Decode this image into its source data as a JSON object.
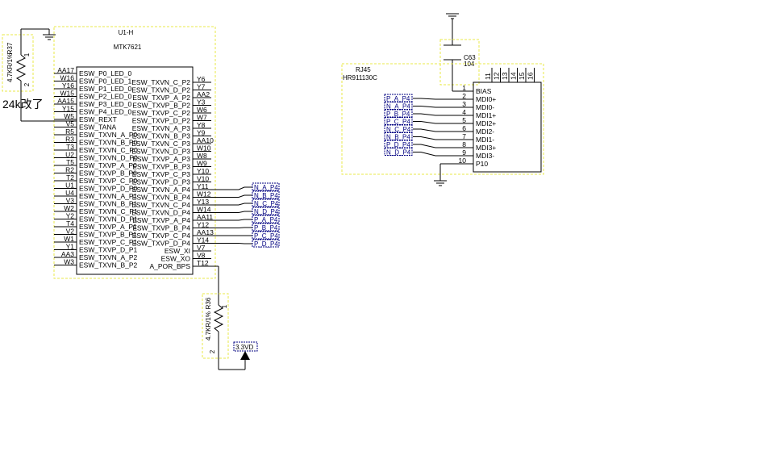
{
  "u1": {
    "ref": "U1-H",
    "part": "MTK7621",
    "left_pins": [
      {
        "num": "AA17",
        "name": "ESW_P0_LED_0"
      },
      {
        "num": "W16",
        "name": "ESW_P0_LED_1"
      },
      {
        "num": "Y16",
        "name": "ESW_P1_LED_0"
      },
      {
        "num": "W15",
        "name": "ESW_P2_LED_0"
      },
      {
        "num": "AA15",
        "name": "ESW_P3_LED_0"
      },
      {
        "num": "Y15",
        "name": "ESW_P4_LED_0"
      },
      {
        "num": "W5",
        "name": "ESW_REXT"
      },
      {
        "num": "V5",
        "name": "ESW_TANA"
      },
      {
        "num": "R5",
        "name": "ESW_TXVN_A_P0"
      },
      {
        "num": "R3",
        "name": "ESW_TXVN_B_P0"
      },
      {
        "num": "T3",
        "name": "ESW_TXVN_C_P0"
      },
      {
        "num": "U2",
        "name": "ESW_TXVN_D_P0"
      },
      {
        "num": "T5",
        "name": "ESW_TXVP_A_P0"
      },
      {
        "num": "R2",
        "name": "ESW_TXVP_B_P0"
      },
      {
        "num": "T2",
        "name": "ESW_TXVP_C_P0"
      },
      {
        "num": "U1",
        "name": "ESW_TXVP_D_P0"
      },
      {
        "num": "U4",
        "name": "ESW_TXVN_A_P1"
      },
      {
        "num": "V3",
        "name": "ESW_TXVN_B_P1"
      },
      {
        "num": "W2",
        "name": "ESW_TXVN_C_P1"
      },
      {
        "num": "Y2",
        "name": "ESW_TXVN_D_P1"
      },
      {
        "num": "T4",
        "name": "ESW_TXVP_A_P1"
      },
      {
        "num": "V2",
        "name": "ESW_TXVP_B_P1"
      },
      {
        "num": "W1",
        "name": "ESW_TXVP_C_P1"
      },
      {
        "num": "Y1",
        "name": "ESW_TXVP_D_P1"
      },
      {
        "num": "AA3",
        "name": "ESW_TXVN_A_P2"
      },
      {
        "num": "W3",
        "name": "ESW_TXVN_B_P2"
      }
    ],
    "right_pins": [
      {
        "num": "Y6",
        "name": "ESW_TXVN_C_P2"
      },
      {
        "num": "Y7",
        "name": "ESW_TXVN_D_P2"
      },
      {
        "num": "AA2",
        "name": "ESW_TXVP_A_P2"
      },
      {
        "num": "Y3",
        "name": "ESW_TXVP_B_P2"
      },
      {
        "num": "W6",
        "name": "ESW_TXVP_C_P2"
      },
      {
        "num": "W7",
        "name": "ESW_TXVP_D_P2"
      },
      {
        "num": "Y8",
        "name": "ESW_TXVN_A_P3"
      },
      {
        "num": "Y9",
        "name": "ESW_TXVN_B_P3"
      },
      {
        "num": "AA10",
        "name": "ESW_TXVN_C_P3"
      },
      {
        "num": "W10",
        "name": "ESW_TXVN_D_P3"
      },
      {
        "num": "W8",
        "name": "ESW_TXVP_A_P3"
      },
      {
        "num": "W9",
        "name": "ESW_TXVP_B_P3"
      },
      {
        "num": "Y10",
        "name": "ESW_TXVP_C_P3"
      },
      {
        "num": "V10",
        "name": "ESW_TXVP_D_P3"
      },
      {
        "num": "Y11",
        "name": "ESW_TXVN_A_P4"
      },
      {
        "num": "W12",
        "name": "ESW_TXVN_B_P4"
      },
      {
        "num": "Y13",
        "name": "ESW_TXVN_C_P4"
      },
      {
        "num": "W14",
        "name": "ESW_TXVN_D_P4"
      },
      {
        "num": "AA11",
        "name": "ESW_TXVP_A_P4"
      },
      {
        "num": "Y12",
        "name": "ESW_TXVP_B_P4"
      },
      {
        "num": "AA13",
        "name": "ESW_TXVP_C_P4"
      },
      {
        "num": "Y14",
        "name": "ESW_TXVP_D_P4"
      },
      {
        "num": "V7",
        "name": "ESW_XI"
      },
      {
        "num": "V8",
        "name": "ESW_XO"
      },
      {
        "num": "T12",
        "name": "A_POR_BPS"
      }
    ],
    "net_labels": [
      "N_A_P4",
      "N_B_P4",
      "N_C_P4",
      "N_D_P4",
      "P_A_P4",
      "P_B_P4",
      "P_C_P4",
      "P_D_P4"
    ]
  },
  "r37": {
    "ref": "R37",
    "value": "4.7KR/1%",
    "pin1": "1",
    "pin2": "2",
    "note": "24k改了"
  },
  "r36": {
    "ref": "R36",
    "value": "4.7KR/1%",
    "pin1": "1",
    "pin2": "2",
    "power": "3.3VD"
  },
  "c63": {
    "ref": "C63",
    "value": "104"
  },
  "rj45": {
    "ref": "RJ45",
    "part": "HR911130C",
    "top_pins": [
      "11",
      "12",
      "13",
      "14",
      "15",
      "16"
    ],
    "pins": [
      {
        "num": "1",
        "name": "BIAS",
        "net": ""
      },
      {
        "num": "2",
        "name": "MDI0+",
        "net": "P_A_P4"
      },
      {
        "num": "3",
        "name": "MDI0-",
        "net": "N_A_P4"
      },
      {
        "num": "4",
        "name": "MDI1+",
        "net": "P_B_P4"
      },
      {
        "num": "5",
        "name": "MDI2+",
        "net": "P_C_P4"
      },
      {
        "num": "6",
        "name": "MDI2-",
        "net": "N_C_P4"
      },
      {
        "num": "7",
        "name": "MDI1-",
        "net": "N_B_P4"
      },
      {
        "num": "8",
        "name": "MDI3+",
        "net": "P_D_P4"
      },
      {
        "num": "9",
        "name": "MDI3-",
        "net": "N_D_P4"
      },
      {
        "num": "10",
        "name": "P10",
        "net": ""
      }
    ]
  },
  "colors": {
    "wire": "#000000",
    "net_text": "#000080",
    "outline": "#e8e84a"
  }
}
